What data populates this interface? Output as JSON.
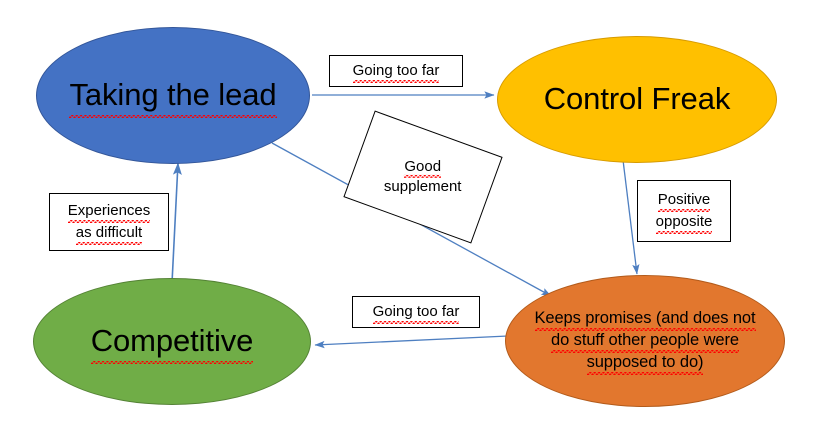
{
  "diagram": {
    "title": "Taking the lead / Control Freak / Competitive behaviour cycle",
    "background": "#ffffff",
    "arrow_color": "#4E7FC1",
    "nodes": [
      {
        "id": "taking-the-lead",
        "label": "Taking the lead",
        "shape": "ellipse",
        "fill": "#4472C4",
        "stroke": "#335699",
        "text_color": "#000000",
        "spellcheck_underline": true
      },
      {
        "id": "control-freak",
        "label": "Control Freak",
        "shape": "ellipse",
        "fill": "#FFC000",
        "stroke": "#D79B00",
        "text_color": "#000000",
        "spellcheck_underline": false
      },
      {
        "id": "competitive",
        "label": "Competitive",
        "shape": "ellipse",
        "fill": "#70AD47",
        "stroke": "#548235",
        "text_color": "#000000",
        "spellcheck_underline": true
      },
      {
        "id": "keeps-promises",
        "label_line1": "Keeps promises (and does not",
        "label_line2": "do stuff other people were",
        "label_line3": "supposed to do)",
        "shape": "ellipse",
        "fill": "#E2772E",
        "stroke": "#B35B1B",
        "text_color": "#000000",
        "spellcheck_underline": true
      }
    ],
    "edge_labels": {
      "going_too_far_top": "Going too far",
      "going_too_far_bottom": "Going too far",
      "experiences_line1": "Experiences",
      "experiences_line2": "as difficult",
      "positive_line1": "Positive",
      "positive_line2": "opposite",
      "good_supplement_line1": "Good",
      "good_supplement_line2": "supplement"
    },
    "edges": [
      {
        "from": "taking-the-lead",
        "to": "control-freak",
        "label": "Going too far",
        "direction": "right"
      },
      {
        "from": "taking-the-lead",
        "to": "keeps-promises",
        "label": "Good supplement",
        "direction": "down-right"
      },
      {
        "from": "control-freak",
        "to": "keeps-promises",
        "label": "Positive opposite",
        "direction": "down"
      },
      {
        "from": "keeps-promises",
        "to": "competitive",
        "label": "Going too far",
        "direction": "left"
      },
      {
        "from": "competitive",
        "to": "taking-the-lead",
        "label": "Experiences as difficult",
        "direction": "up"
      }
    ]
  }
}
